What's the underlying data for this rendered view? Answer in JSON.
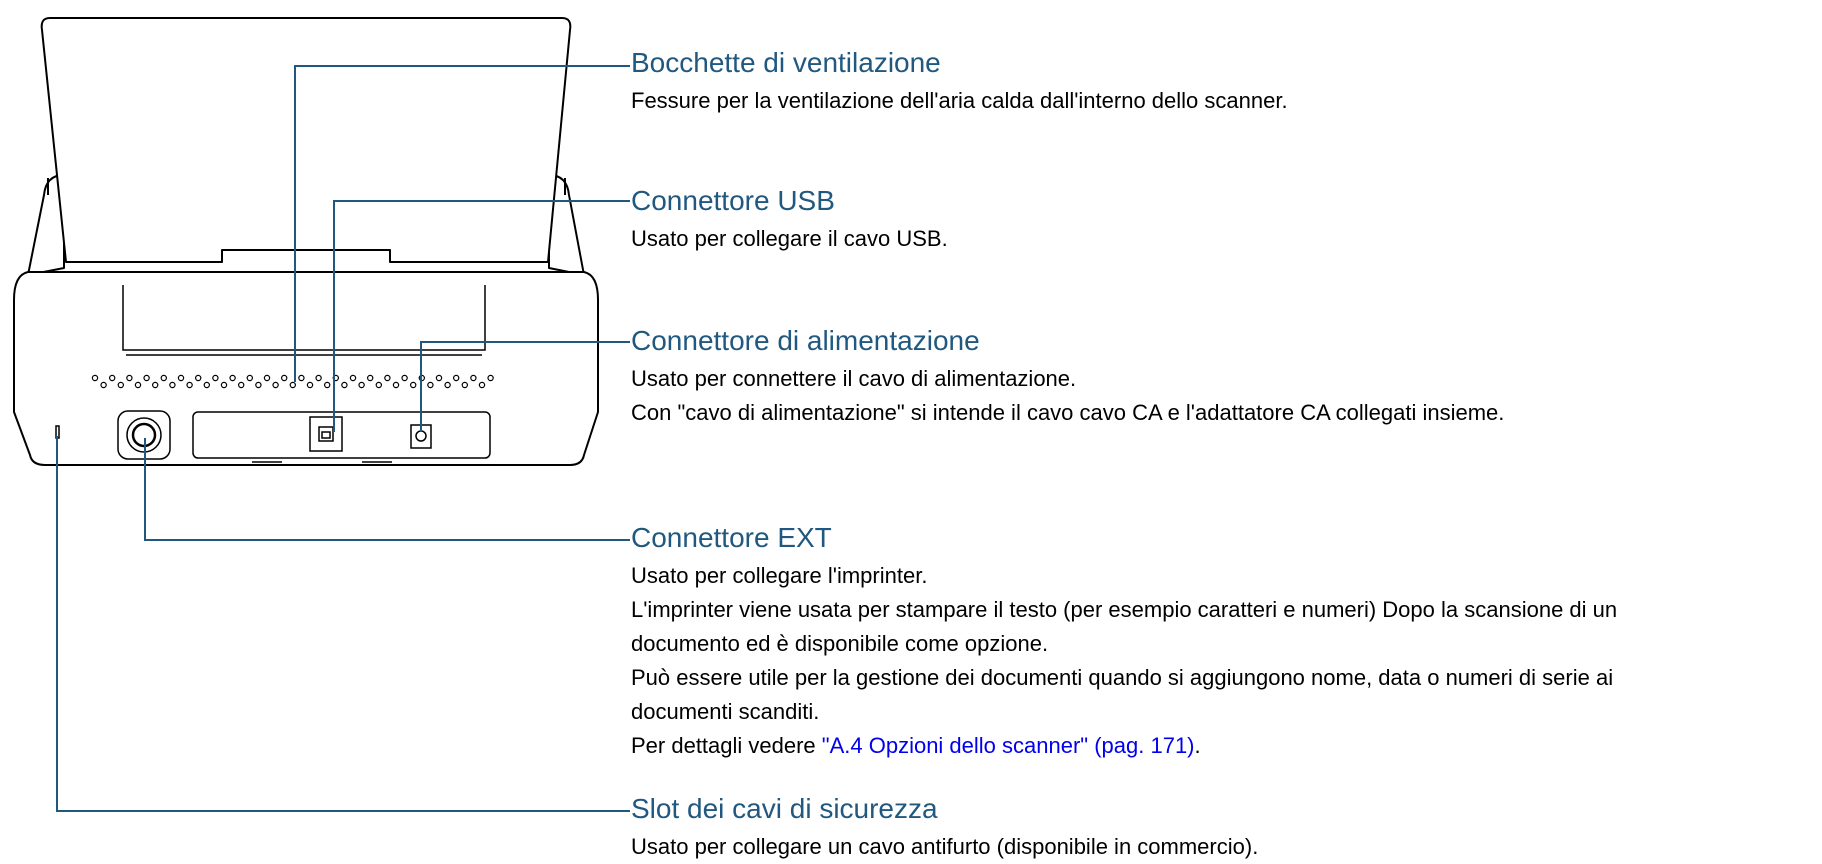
{
  "colors": {
    "title": "#21587f",
    "text": "#000000",
    "link": "#0000ee",
    "line": "#21587f"
  },
  "items": [
    {
      "title": "Bocchette di ventilazione",
      "lines": [
        "Fessure per la ventilazione dell'aria calda dall'interno dello scanner."
      ]
    },
    {
      "title": "Connettore USB",
      "lines": [
        "Usato per collegare il cavo USB."
      ]
    },
    {
      "title": "Connettore di alimentazione",
      "lines": [
        "Usato per connettere il cavo di alimentazione.",
        "Con \"cavo di alimentazione\" si intende il cavo cavo CA e l'adattatore CA collegati insieme."
      ]
    },
    {
      "title": "Connettore EXT",
      "lines": [
        "Usato per collegare l'imprinter.",
        "L'imprinter viene usata per stampare il testo (per esempio caratteri e numeri) Dopo la scansione di un",
        "documento ed è disponibile come opzione.",
        "Può essere utile per la gestione dei documenti quando si aggiungono nome, data o numeri di serie ai",
        "documenti scanditi."
      ],
      "detail_prefix": "Per dettagli vedere ",
      "detail_link": "\"A.4 Opzioni dello scanner\" (pag. 171)",
      "detail_suffix": "."
    },
    {
      "title": "Slot dei cavi di sicurezza",
      "lines": [
        "Usato per collegare un cavo antifurto (disponibile in commercio)."
      ]
    }
  ]
}
